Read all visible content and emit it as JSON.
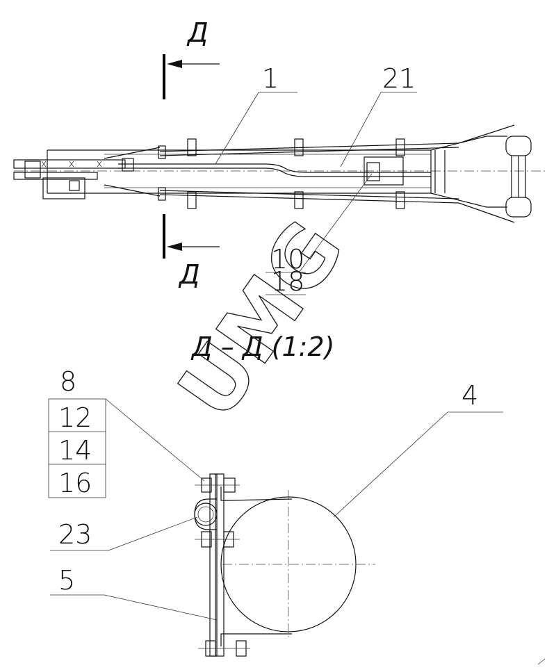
{
  "section_marks": {
    "top": "Д",
    "bottom": "Д"
  },
  "callouts_top_view": {
    "label_1": "1",
    "label_21": "21",
    "label_10": "10",
    "label_18": "18"
  },
  "section_title": "Д – Д (1:2)",
  "callouts_section": {
    "label_8": "8",
    "stack": [
      "12",
      "14",
      "16"
    ],
    "label_23": "23",
    "label_5": "5",
    "label_4": "4"
  },
  "watermark": "UMG"
}
